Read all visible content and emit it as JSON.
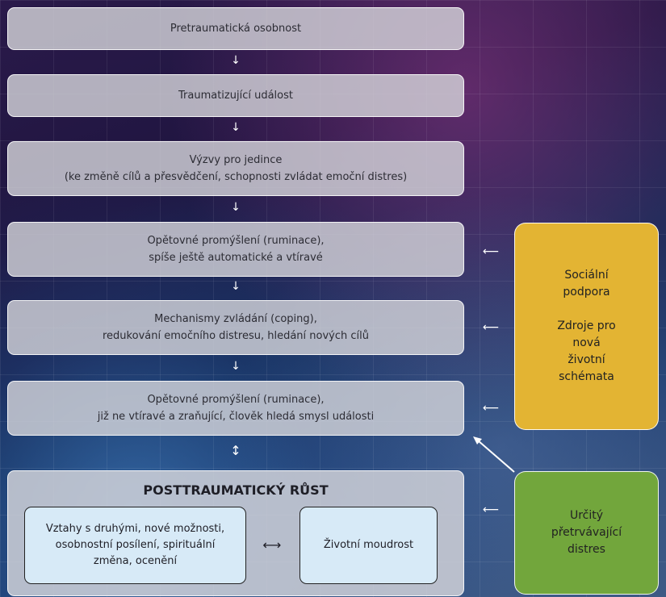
{
  "flow": {
    "step1": "Pretraumatická osobnost",
    "step2": "Traumatizující událost",
    "step3_line1": "Výzvy pro jedince",
    "step3_line2": "(ke změně cílů a přesvědčení, schopnosti zvládat emoční distres)",
    "step4_line1": "Opětovné promýšlení (ruminace),",
    "step4_line2": "spíše ještě automatické a vtíravé",
    "step5_line1": "Mechanismy zvládání (coping),",
    "step5_line2": "redukování emočního distresu, hledání nových cílů",
    "step6_line1": "Opětovné promýšlení (ruminace),",
    "step6_line2": "již ne vtíravé a zraňující, člověk hledá smysl události"
  },
  "posttraumatic": {
    "title": "POSTTRAUMATICKÝ RŮST",
    "left_line1": "Vztahy s druhými, nové možnosti,",
    "left_line2": "osobnostní posílení, spirituální",
    "left_line3": "změna, ocenění",
    "right": "Životní moudrost"
  },
  "side_yellow": {
    "line1": "Sociální",
    "line2": "podpora",
    "line3": "Zdroje pro",
    "line4": "nová",
    "line5": "životní",
    "line6": "schémata",
    "color": "#e3b433"
  },
  "side_green": {
    "line1": "Určitý",
    "line2": "přetrvávající",
    "line3": "distres",
    "color": "#72a63c"
  }
}
